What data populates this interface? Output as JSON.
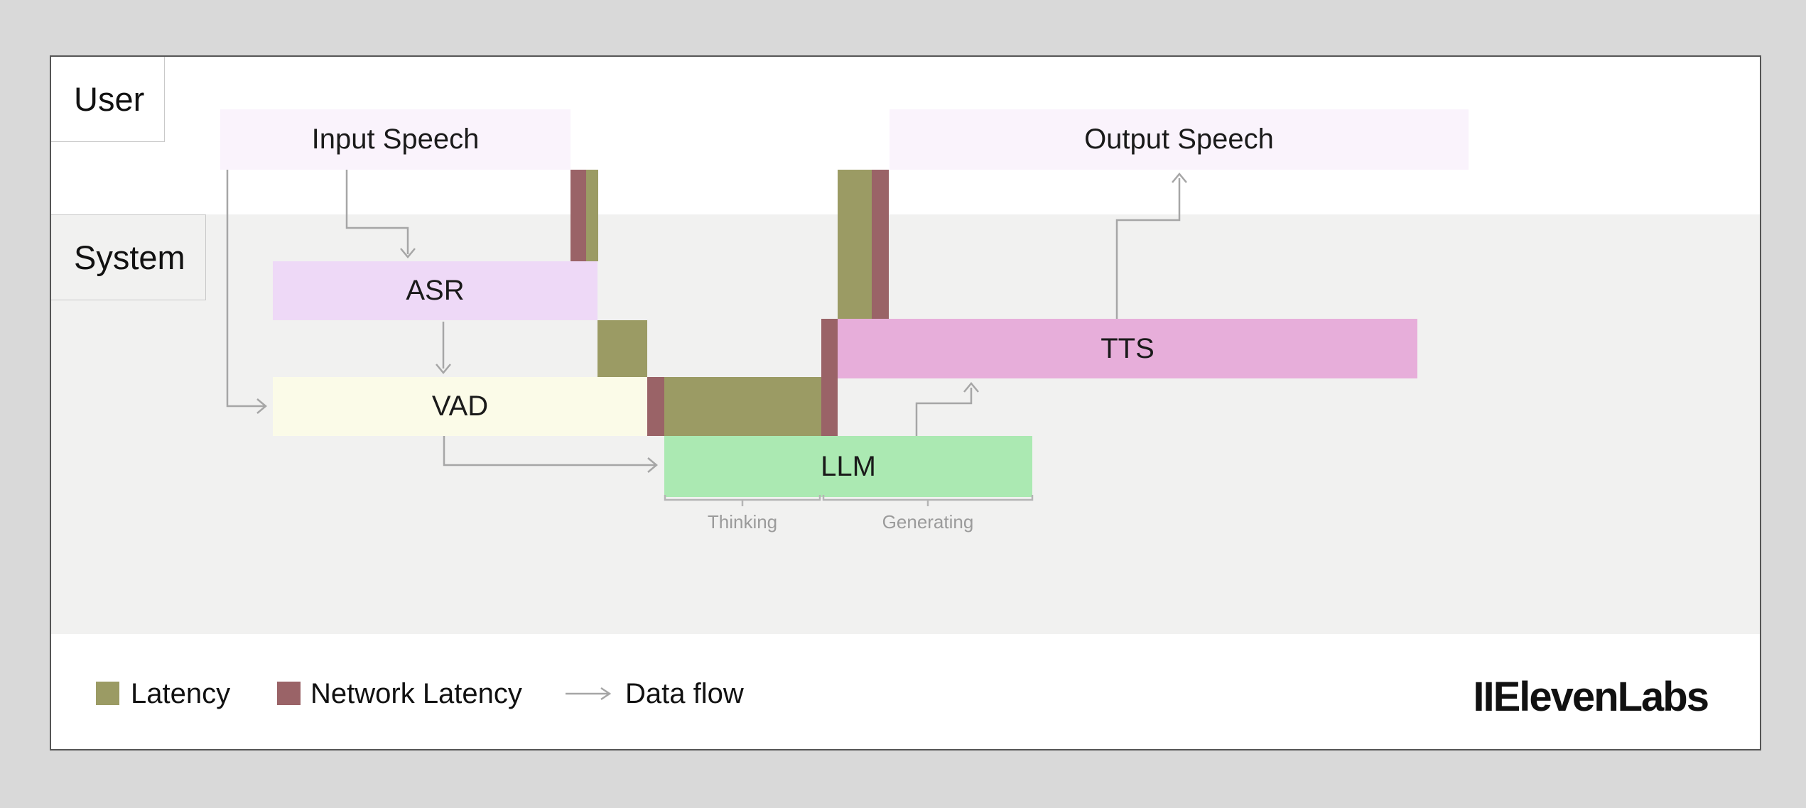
{
  "lanes": {
    "user": "User",
    "system": "System"
  },
  "nodes": {
    "input_speech": "Input Speech",
    "output_speech": "Output Speech",
    "asr": "ASR",
    "vad": "VAD",
    "llm": "LLM",
    "tts": "TTS"
  },
  "llm_phases": {
    "thinking": "Thinking",
    "generating": "Generating"
  },
  "legend": {
    "latency_label": "Latency",
    "network_latency_label": "Network Latency",
    "data_flow_label": "Data flow"
  },
  "logo_text": "IIElevenLabs",
  "colors": {
    "page_bg": "#d9d9d9",
    "card_bg": "#ffffff",
    "system_band": "#f1f1f0",
    "speech_bar": "#faf3fc",
    "asr_bar": "#eed9f7",
    "vad_bar": "#fbfbe8",
    "llm_bar": "#abe9b2",
    "tts_bar": "#e7aeda",
    "latency": "#9b9b64",
    "network_latency": "#9a6367",
    "arrow": "#a6a6a6"
  }
}
